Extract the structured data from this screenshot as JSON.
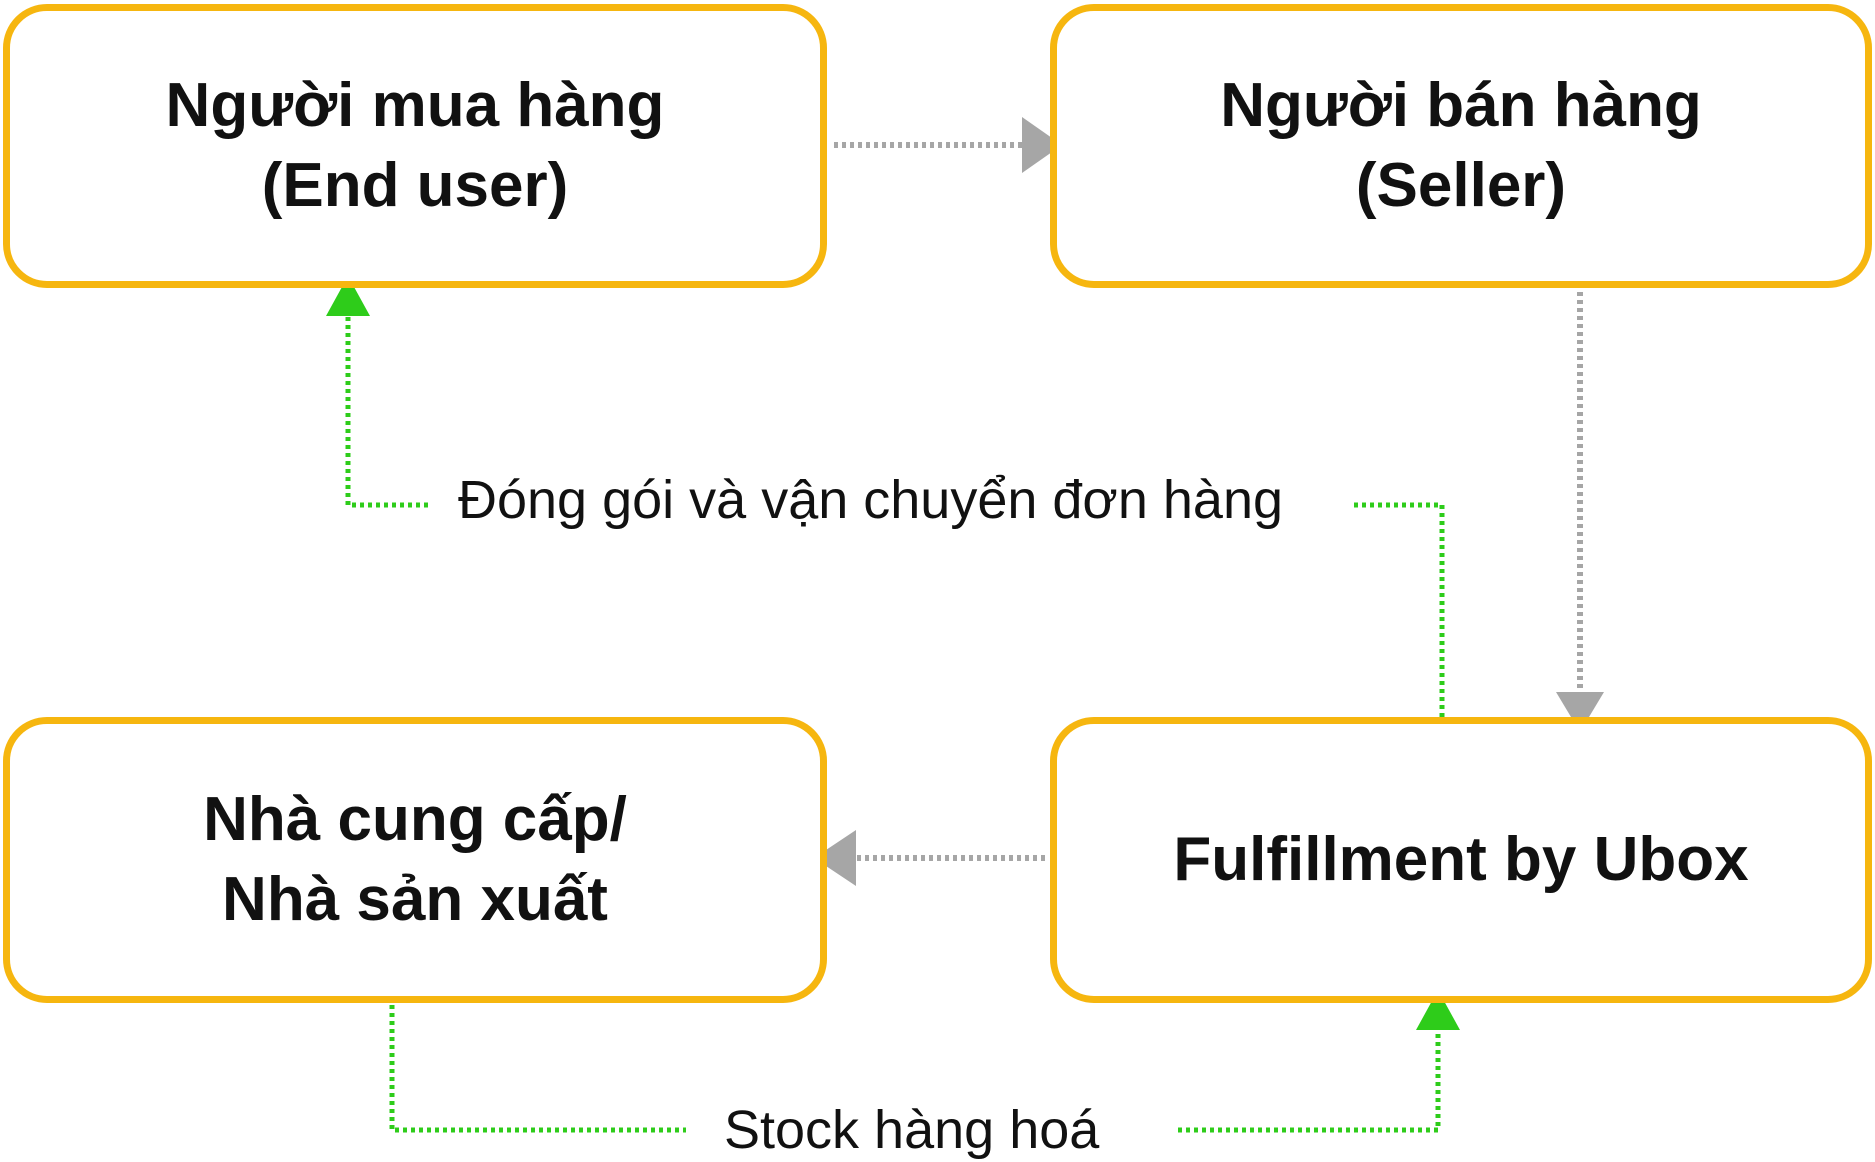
{
  "nodes": {
    "buyer": {
      "line1": "Người mua hàng",
      "line2": "(End user)"
    },
    "seller": {
      "line1": "Người bán hàng",
      "line2": "(Seller)"
    },
    "supplier": {
      "line1": "Nhà cung cấp/",
      "line2": "Nhà sản xuất"
    },
    "ubox": {
      "line1": "Fulfillment by Ubox"
    }
  },
  "edges": {
    "pack_label": "Đóng gói và vận chuyển đơn hàng",
    "stock_label": "Stock hàng hoá"
  },
  "colors": {
    "box_border": "#f6b60f",
    "arrow_gray": "#a6a6a6",
    "arrow_green": "#2ecc1a",
    "text": "#111111"
  }
}
